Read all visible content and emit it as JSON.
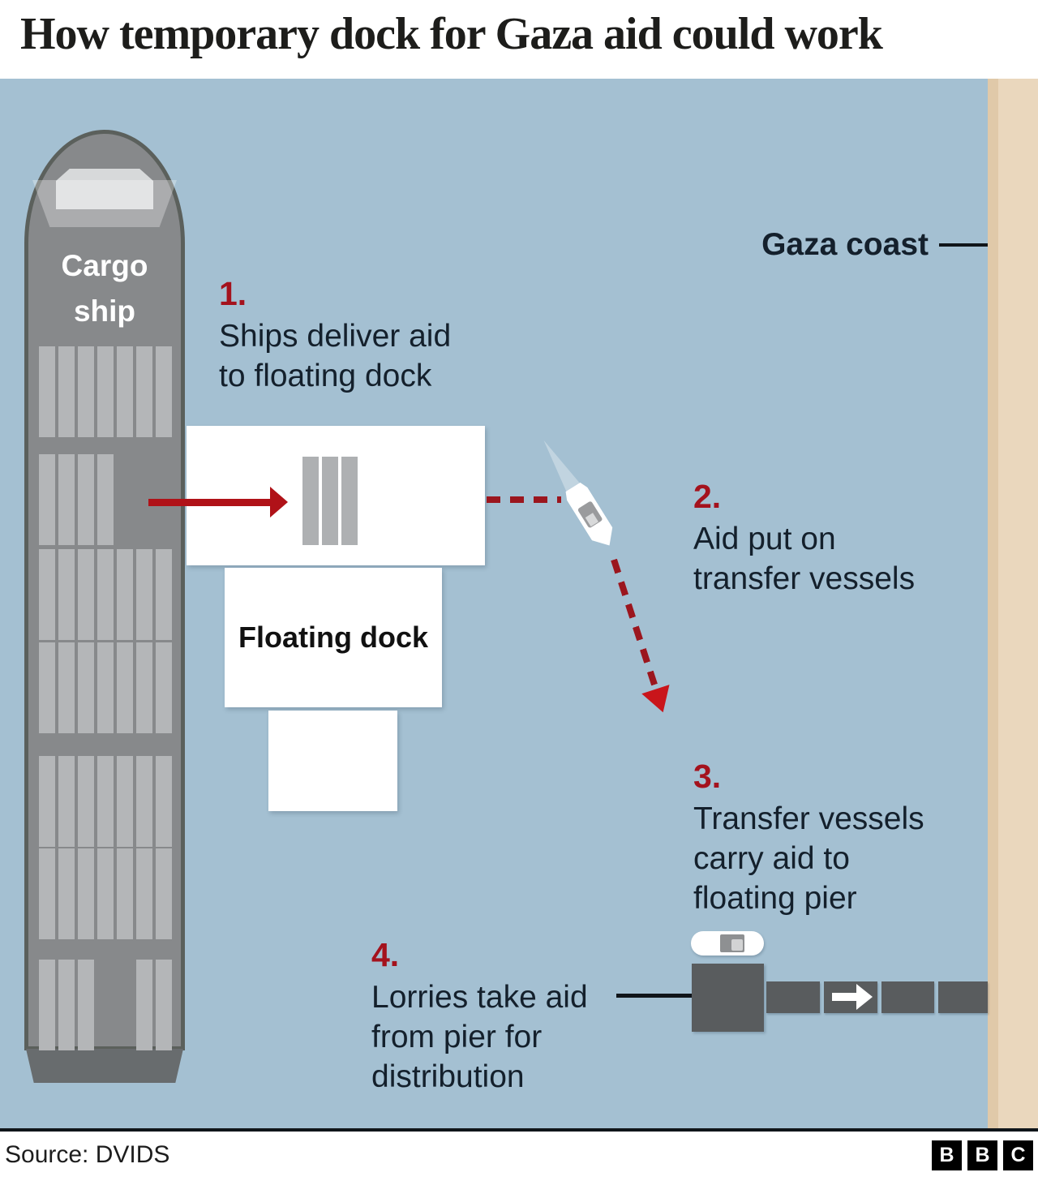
{
  "header": {
    "title": "How temporary dock for Gaza aid could work"
  },
  "diagram": {
    "cargo_ship_label": "Cargo\nship",
    "floating_dock_label": "Floating dock",
    "gaza_coast_label": "Gaza coast",
    "steps": [
      {
        "number": "1.",
        "text": "Ships deliver aid\nto floating dock"
      },
      {
        "number": "2.",
        "text": "Aid put on\ntransfer vessels"
      },
      {
        "number": "3.",
        "text": "Transfer vessels\ncarry aid to\nfloating pier"
      },
      {
        "number": "4.",
        "text": "Lorries take aid\nfrom pier for\ndistribution"
      }
    ],
    "icons": {
      "cargo_ship": "cargo-ship-icon",
      "transfer_vessel": "transfer-vessel-icon",
      "pier_boat": "pier-boat-icon",
      "floating_pier": "floating-pier-icon"
    },
    "colors": {
      "sea": "#a4c0d2",
      "coast": "#ead7bd",
      "coast_edge": "#e0c9a9",
      "ship_gray": "#87898b",
      "ship_outline": "#5b605c",
      "container_gray": "#b4b6b8",
      "dock_white": "#ffffff",
      "pier_gray": "#595c5e",
      "step_number_red": "#a4121d",
      "solid_arrow_red": "#b01218",
      "dashed_red": "#9b161e",
      "arrowhead_bright_red": "#c9151b",
      "text_dark": "#14202c"
    }
  },
  "footer": {
    "source": "Source: DVIDS",
    "logo_letters": [
      "B",
      "B",
      "C"
    ]
  }
}
